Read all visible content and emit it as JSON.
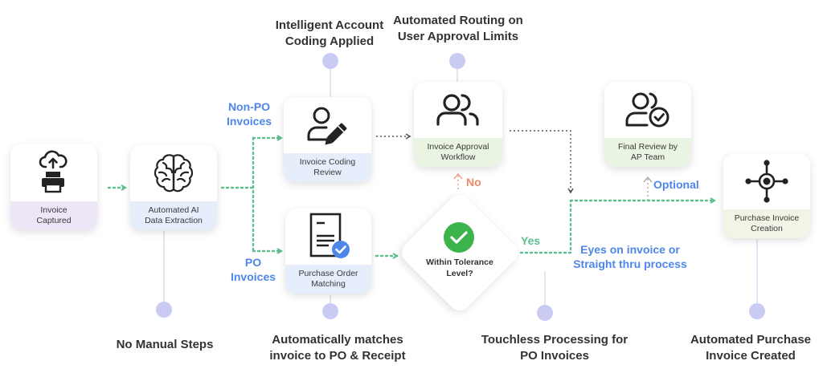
{
  "nodes": {
    "invoice_captured": "Invoice\nCaptured",
    "ai_extraction": "Automated AI\nData Extraction",
    "invoice_coding_review": "Invoice Coding\nReview",
    "po_matching": "Purchase Order\nMatching",
    "approval_workflow": "Invoice Approval\nWorkflow",
    "final_review": "Final Review by\nAP Team",
    "purchase_invoice_creation": "Purchase Invoice\nCreation",
    "decision": "Within Tolerance\nLevel?"
  },
  "branches": {
    "non_po": "Non-PO\nInvoices",
    "po": "PO\nInvoices",
    "no": "No",
    "yes": "Yes",
    "optional": "Optional",
    "eyes_on": "Eyes on invoice or\nStraight thru process"
  },
  "annotations": {
    "account_coding": "Intelligent Account\nCoding Applied",
    "routing": "Automated Routing on\nUser Approval Limits",
    "no_manual": "No Manual Steps",
    "auto_match": "Automatically matches\ninvoice to PO & Receipt",
    "touchless": "Touchless Processing for\nPO Invoices",
    "auto_created": "Automated Purchase\nInvoice Created"
  },
  "colors": {
    "accent_blue": "#4f86ea",
    "accent_green": "#5cc08f",
    "dot": "#c9cbf2",
    "check_green": "#3cb44b",
    "no_red": "#f08a6a"
  }
}
